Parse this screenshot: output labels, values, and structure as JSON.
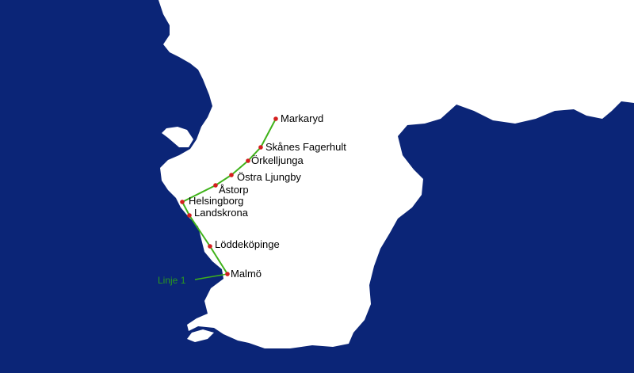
{
  "colors": {
    "sea": "#0b2577",
    "land": "#ffffff",
    "route": "#3fb21a",
    "stop": "#d41f1f",
    "text": "#000000",
    "line_label": "#2a9a1e"
  },
  "line": {
    "name": "Linje 1"
  },
  "stops": [
    {
      "id": "markaryd",
      "name": "Markaryd"
    },
    {
      "id": "skanes-fagerhult",
      "name": "Skånes Fagerhult"
    },
    {
      "id": "orkelljunga",
      "name": "Örkelljunga"
    },
    {
      "id": "ostra-ljungby",
      "name": "Östra Ljungby"
    },
    {
      "id": "astorp",
      "name": "Åstorp"
    },
    {
      "id": "helsingborg",
      "name": "Helsingborg"
    },
    {
      "id": "landskrona",
      "name": "Landskrona"
    },
    {
      "id": "loddekopinge",
      "name": "Löddeköpinge"
    },
    {
      "id": "malmo",
      "name": "Malmö"
    }
  ]
}
